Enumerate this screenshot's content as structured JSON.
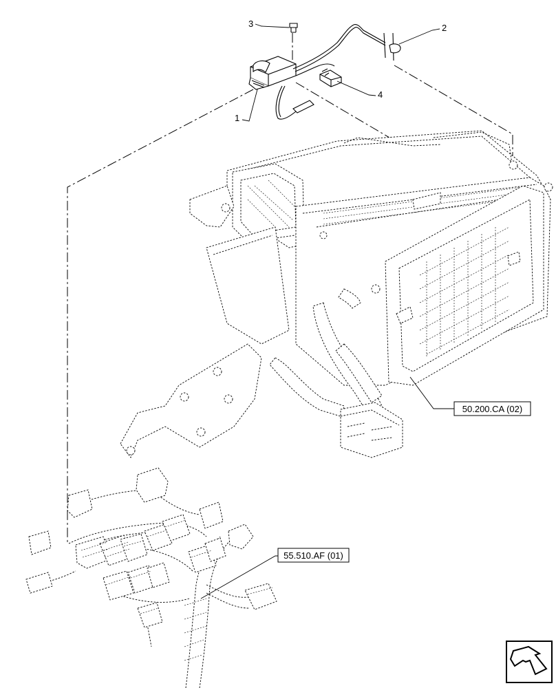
{
  "callouts": {
    "item_1": "1",
    "item_2": "2",
    "item_3": "3",
    "item_4": "4"
  },
  "references": {
    "hvac_unit": "50.200.CA (02)",
    "harness": "55.510.AF (01)"
  },
  "icons": {
    "navigation": "next-page-arrow-icon"
  }
}
